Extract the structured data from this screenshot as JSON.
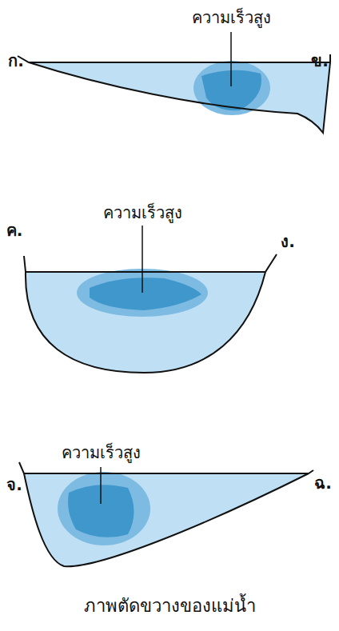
{
  "diagram": {
    "caption": "ภาพตัดขวางของแม่น้ำ",
    "labels": [
      "ความเร็วสูง",
      "ก.",
      "ข.",
      "ความเร็วสูง",
      "ค.",
      "ง.",
      "ความเร็วสูง",
      "จ.",
      "ฉ."
    ]
  }
}
